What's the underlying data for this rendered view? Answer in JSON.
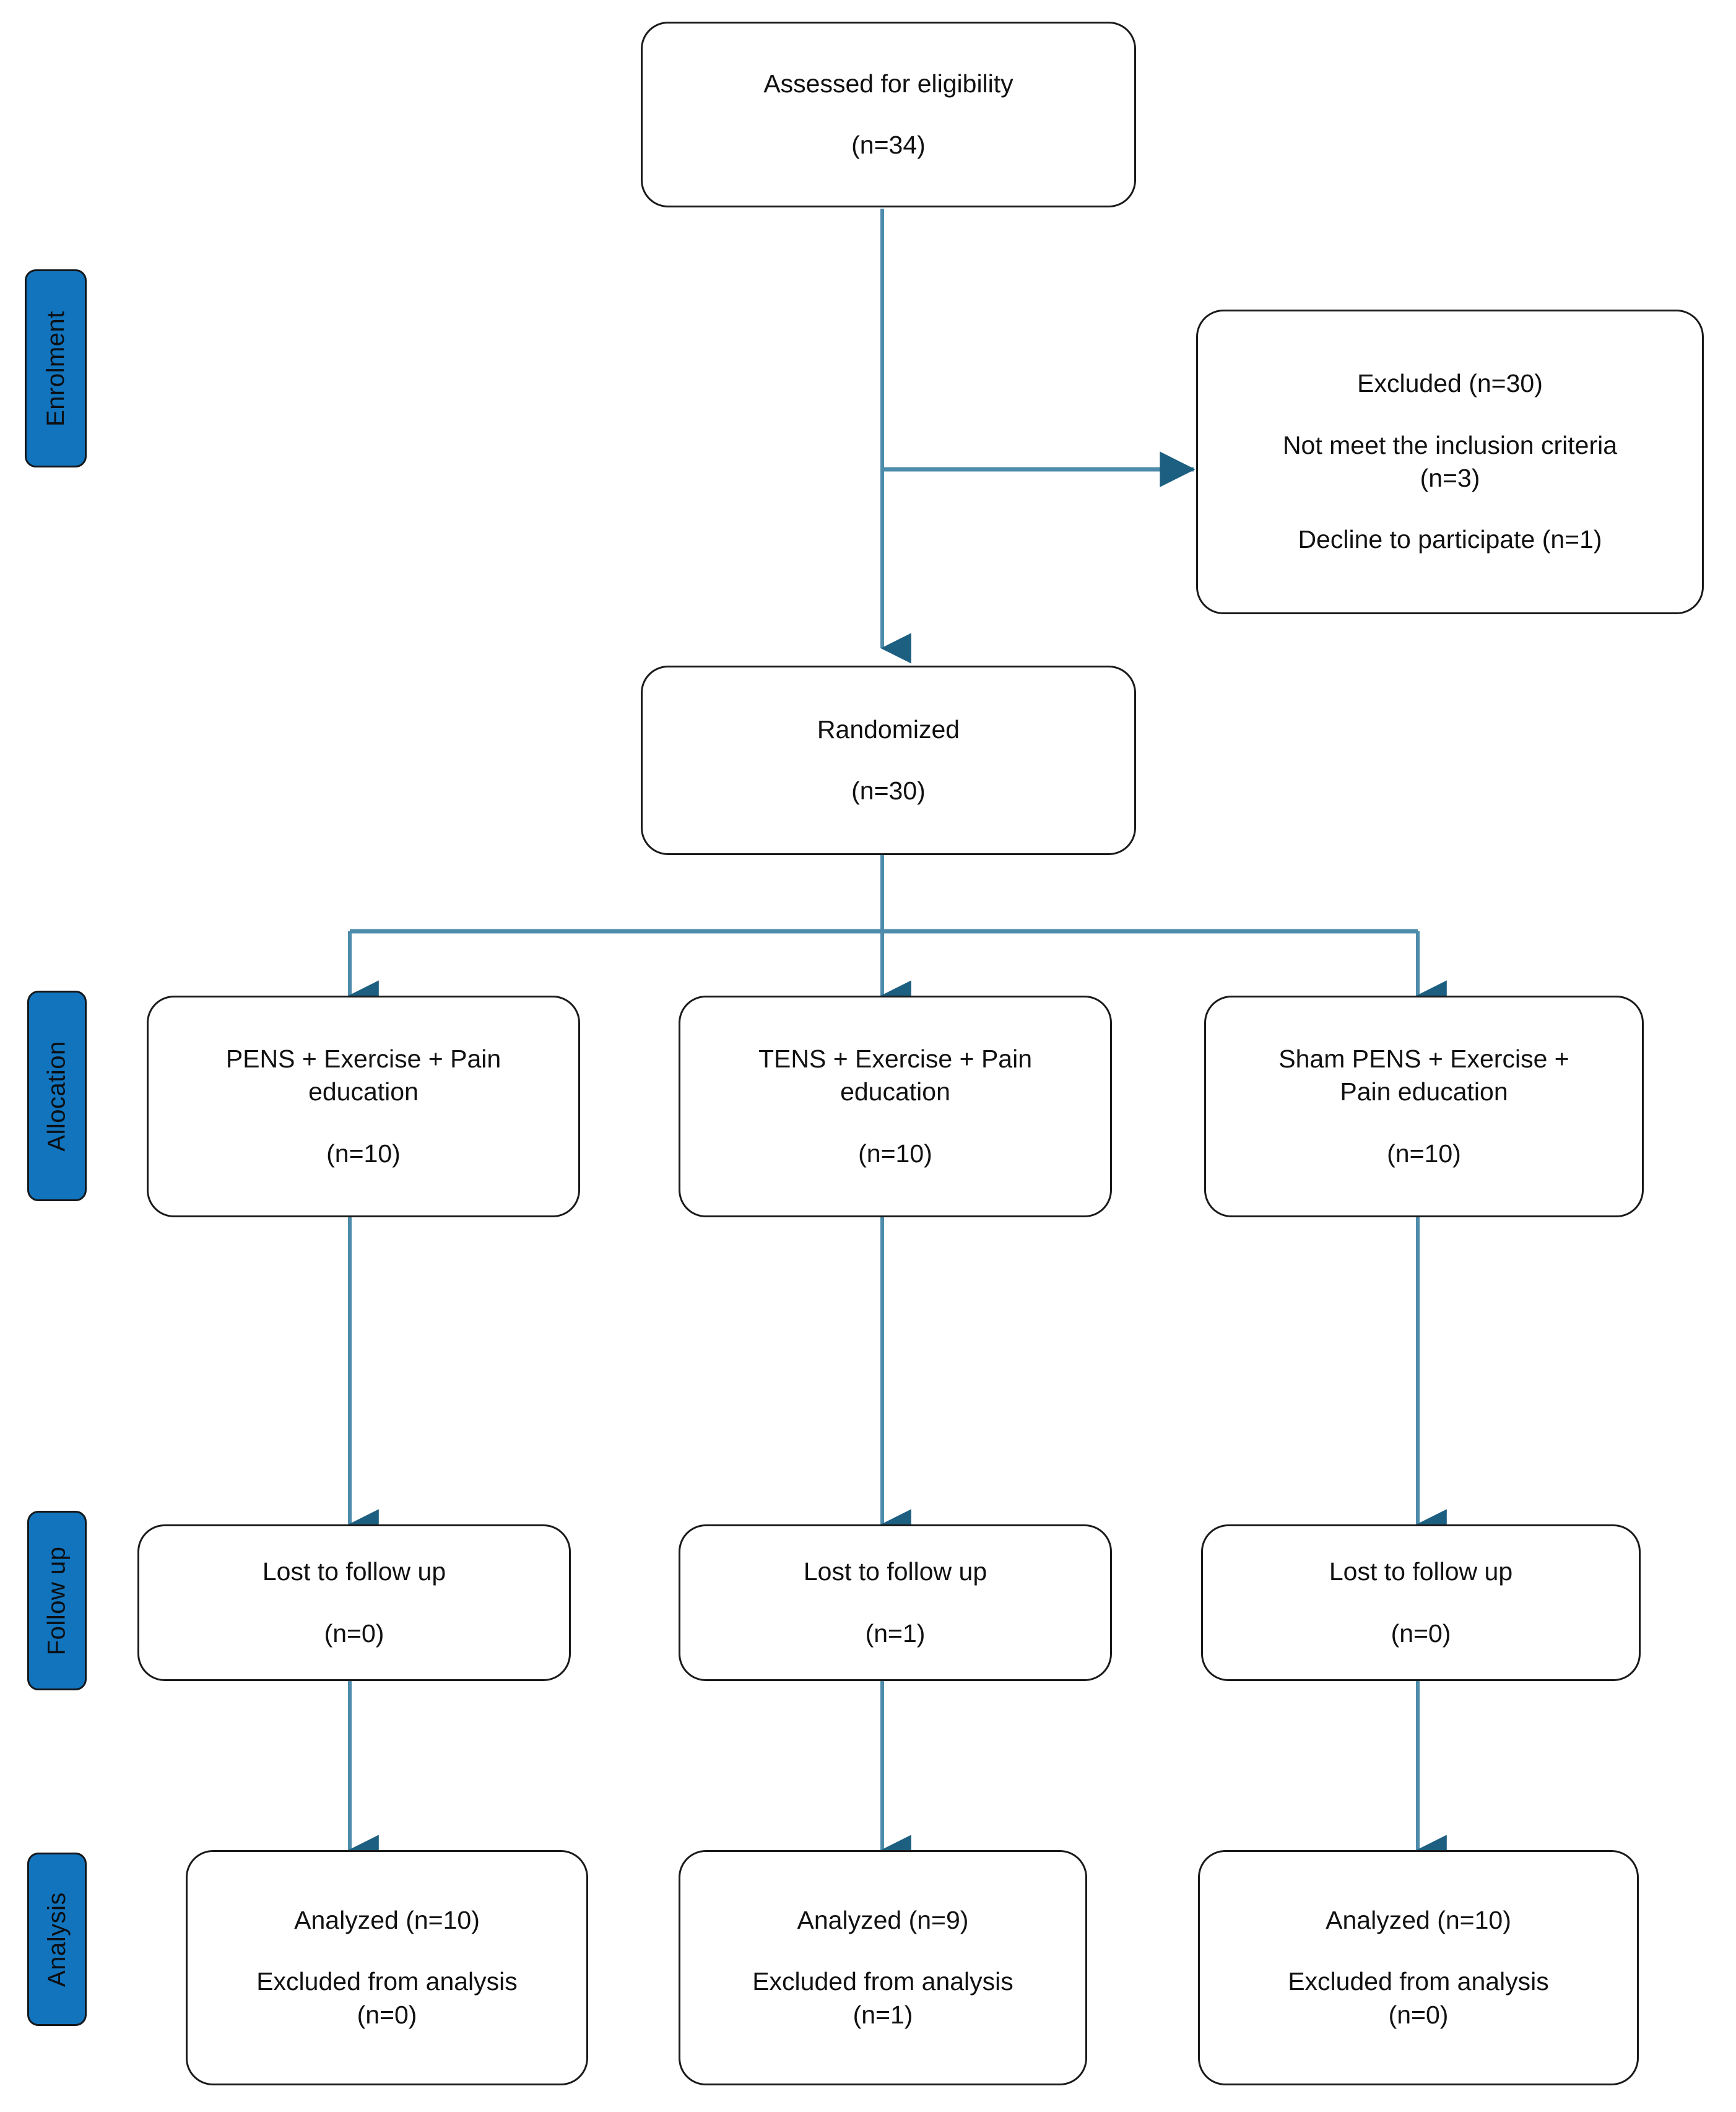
{
  "diagram": {
    "type": "consort-flow-diagram",
    "colors": {
      "stage_label_fill": "#1274bd",
      "connector_line": "#4e8cab",
      "arrow_head": "#1d5f80",
      "node_border": "#1a1a1a",
      "node_fill": "#ffffff",
      "text": "#111111"
    }
  },
  "stage_labels": [
    {
      "id": "enrolment",
      "text": "Enrolment"
    },
    {
      "id": "allocation",
      "text": "Allocation"
    },
    {
      "id": "follow-up",
      "text": "Follow up"
    },
    {
      "id": "analysis",
      "text": "Analysis"
    }
  ],
  "nodes": {
    "assessed": {
      "line1": "Assessed for eligibility",
      "line2": "(n=34)"
    },
    "excluded": {
      "line1": "Excluded (n=30)",
      "line2": "Not meet the inclusion criteria",
      "line3": "(n=3)",
      "line4": "Decline to participate (n=1)"
    },
    "randomized": {
      "line1": "Randomized",
      "line2": "(n=30)"
    },
    "allocation": [
      {
        "id": "pens",
        "line1": "PENS + Exercise + Pain",
        "line2": "education",
        "line3": "(n=10)"
      },
      {
        "id": "tens",
        "line1": "TENS + Exercise + Pain",
        "line2": "education",
        "line3": "(n=10)"
      },
      {
        "id": "sham-pens",
        "line1": "Sham PENS + Exercise +",
        "line2": "Pain education",
        "line3": "(n=10)"
      }
    ],
    "followup": [
      {
        "id": "followup-pens",
        "line1": "Lost to follow up",
        "line2": "(n=0)"
      },
      {
        "id": "followup-tens",
        "line1": "Lost to follow up",
        "line2": "(n=1)"
      },
      {
        "id": "followup-sham",
        "line1": "Lost to follow up",
        "line2": "(n=0)"
      }
    ],
    "analysis": [
      {
        "id": "analysis-pens",
        "line1": "Analyzed (n=10)",
        "line2": "Excluded from analysis",
        "line3": "(n=0)"
      },
      {
        "id": "analysis-tens",
        "line1": "Analyzed (n=9)",
        "line2": "Excluded from analysis",
        "line3": "(n=1)"
      },
      {
        "id": "analysis-sham",
        "line1": "Analyzed (n=10)",
        "line2": "Excluded from analysis",
        "line3": "(n=0)"
      }
    ]
  }
}
